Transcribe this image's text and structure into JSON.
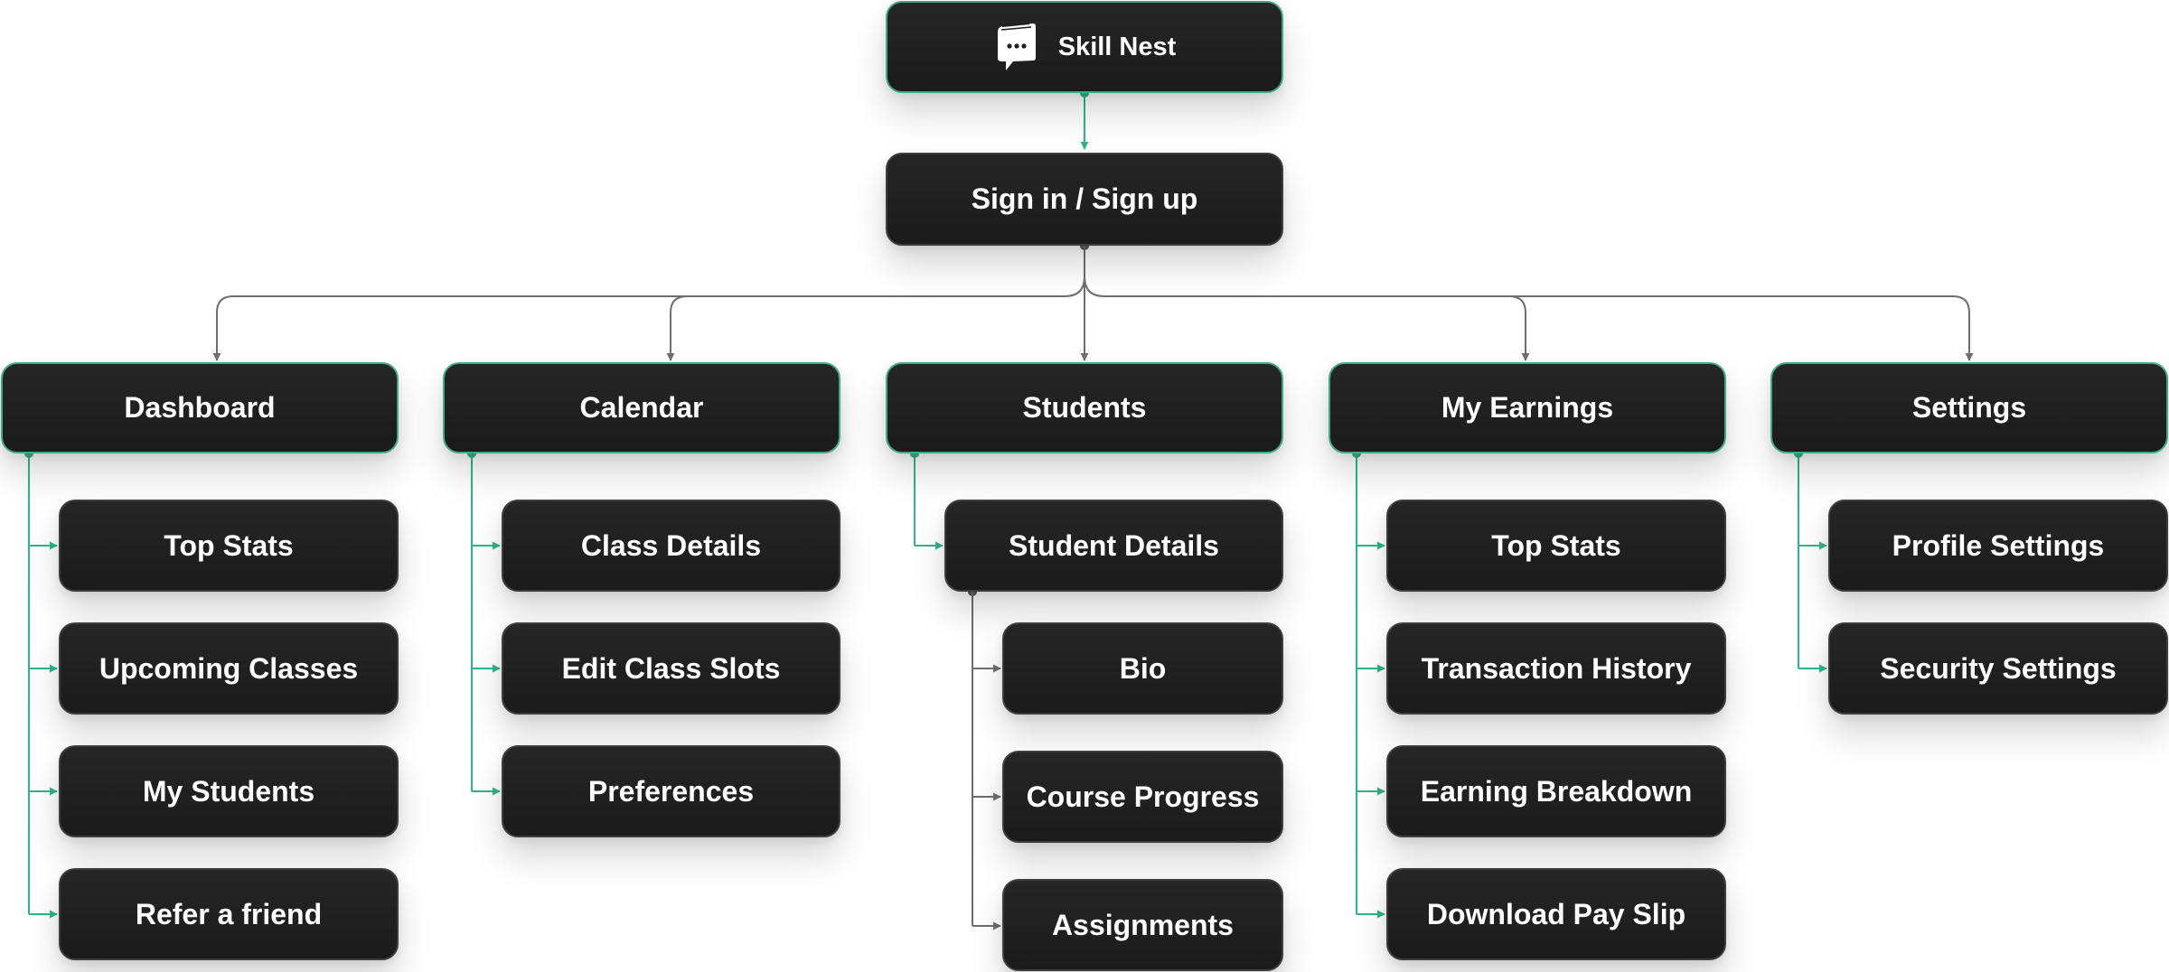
{
  "root": {
    "label": "Skill Nest",
    "icon": "book-chat-icon"
  },
  "auth": {
    "label": "Sign in / Sign up"
  },
  "sections": [
    {
      "key": "dashboard",
      "label": "Dashboard",
      "children": [
        "Top Stats",
        "Upcoming Classes",
        "My Students",
        "Refer a friend"
      ]
    },
    {
      "key": "calendar",
      "label": "Calendar",
      "children": [
        "Class Details",
        "Edit Class Slots",
        "Preferences"
      ]
    },
    {
      "key": "students",
      "label": "Students",
      "children": [
        "Student Details"
      ],
      "grandchildren": [
        "Bio",
        "Course Progress",
        "Assignments"
      ]
    },
    {
      "key": "earnings",
      "label": "My Earnings",
      "children": [
        "Top Stats",
        "Transaction History",
        "Earning Breakdown",
        "Download Pay Slip"
      ]
    },
    {
      "key": "settings",
      "label": "Settings",
      "children": [
        "Profile Settings",
        "Security Settings"
      ]
    }
  ],
  "colors": {
    "node_fill": "#1f1f1f",
    "node_border": "#3d3d3d",
    "accent": "#2fb58a",
    "connector_gray": "#6e6e6e",
    "text": "#ffffff"
  }
}
